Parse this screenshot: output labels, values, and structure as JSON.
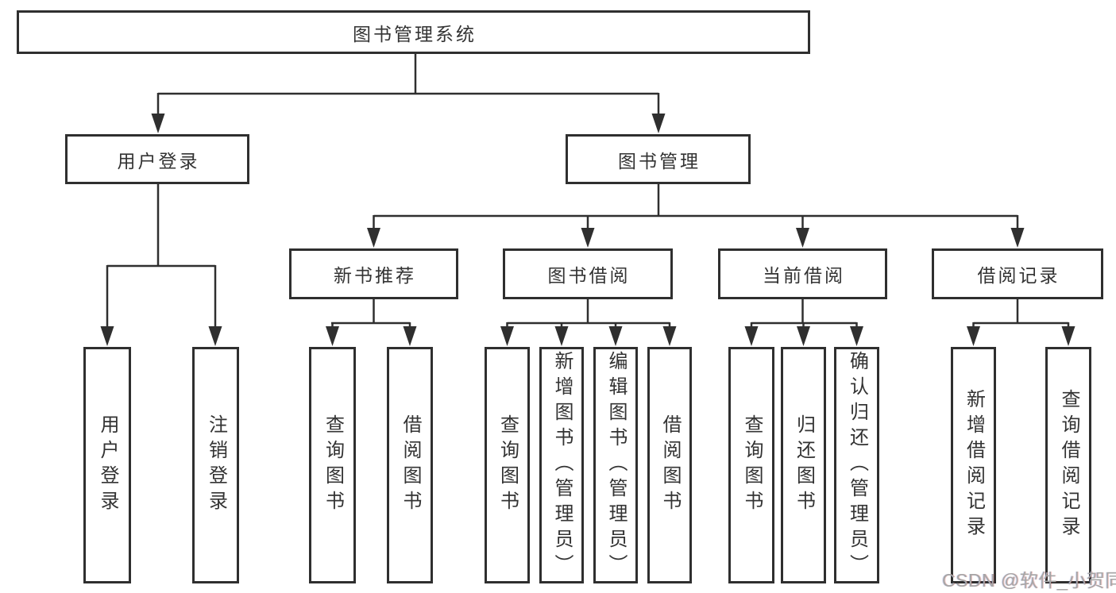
{
  "diagram_type": "hierarchy-tree",
  "tree": {
    "label": "图书管理系统",
    "children": [
      {
        "label": "用户登录",
        "children": [
          {
            "label": "用户登录"
          },
          {
            "label": "注销登录"
          }
        ]
      },
      {
        "label": "图书管理",
        "children": [
          {
            "label": "新书推荐",
            "children": [
              {
                "label": "查询图书"
              },
              {
                "label": "借阅图书"
              }
            ]
          },
          {
            "label": "图书借阅",
            "children": [
              {
                "label": "查询图书"
              },
              {
                "label": "新增图书（管理员）"
              },
              {
                "label": "编辑图书（管理员）"
              },
              {
                "label": "借阅图书"
              }
            ]
          },
          {
            "label": "当前借阅",
            "children": [
              {
                "label": "查询图书"
              },
              {
                "label": "归还图书"
              },
              {
                "label": "确认归还（管理员）"
              }
            ]
          },
          {
            "label": "借阅记录",
            "children": [
              {
                "label": "新增借阅记录"
              },
              {
                "label": "查询借阅记录"
              }
            ]
          }
        ]
      }
    ]
  },
  "watermark": {
    "text": "CSDN @软件_小贺同学"
  },
  "colors": {
    "line": "#2f2f2f",
    "box_border": "#2f2f2f",
    "text": "#333333",
    "watermark": "#a6a6a6",
    "background": "#ffffff"
  }
}
